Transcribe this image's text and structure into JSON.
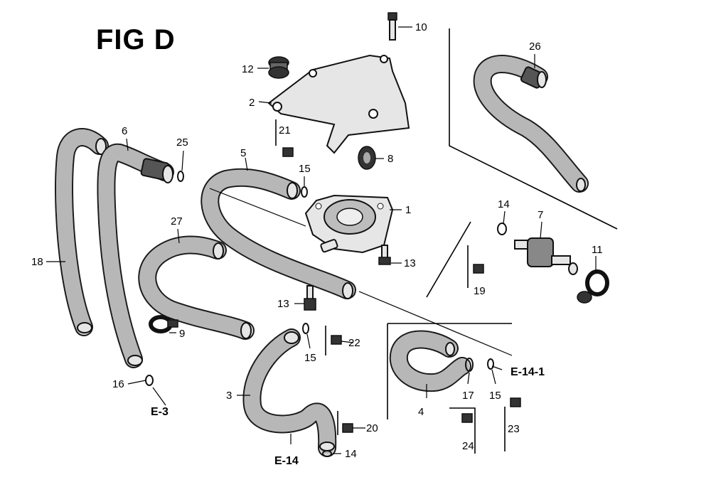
{
  "figure": {
    "title": "FIG D"
  },
  "callouts": {
    "c1": "1",
    "c2": "2",
    "c3": "3",
    "c4": "4",
    "c5": "5",
    "c6": "6",
    "c7": "7",
    "c8": "8",
    "c9": "9",
    "c10": "10",
    "c11": "11",
    "c12": "12",
    "c13a": "13",
    "c13b": "13",
    "c14a": "14",
    "c14b": "14",
    "c15a": "15",
    "c15b": "15",
    "c15c": "15",
    "c16": "16",
    "c17": "17",
    "c18": "18",
    "c19": "19",
    "c20": "20",
    "c21": "21",
    "c22": "22",
    "c23": "23",
    "c24": "24",
    "c25": "25",
    "c26": "26",
    "c27": "27"
  },
  "references": {
    "e3": "E-3",
    "e14": "E-14",
    "e141": "E-14-1"
  }
}
